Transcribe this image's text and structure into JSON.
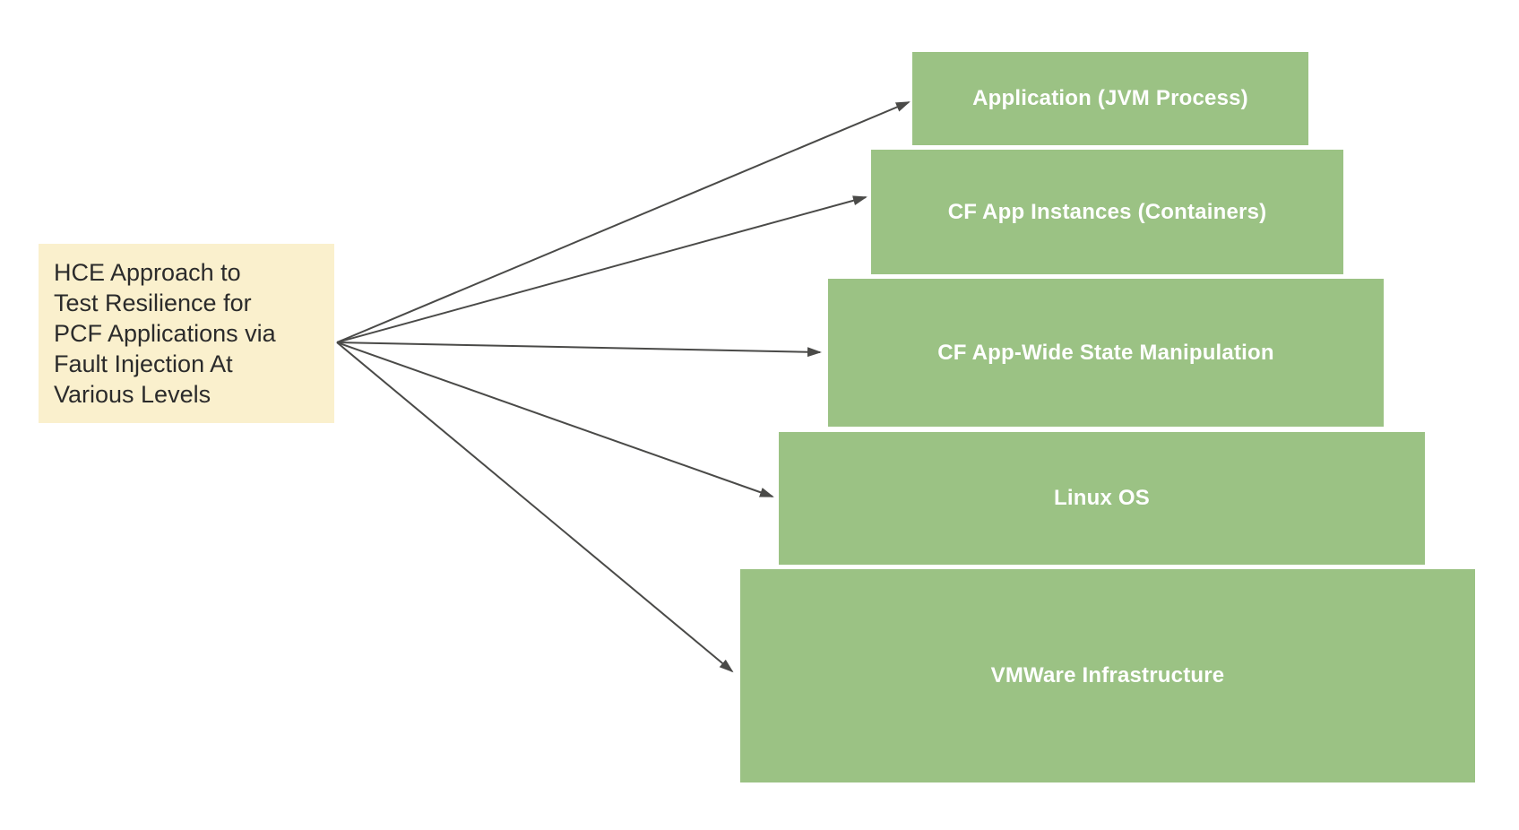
{
  "source_box": {
    "text": "HCE Approach to Test Resilience for PCF Applications via Fault Injection At Various Levels",
    "lines": [
      "HCE Approach to",
      "Test Resilience for",
      "PCF Applications via",
      "Fault Injection At",
      "Various Levels"
    ]
  },
  "levels": [
    {
      "label": "Application (JVM Process)"
    },
    {
      "label": "CF App Instances (Containers)"
    },
    {
      "label": "CF App-Wide State Manipulation"
    },
    {
      "label": "Linux OS"
    },
    {
      "label": "VMWare Infrastructure"
    }
  ],
  "colors": {
    "background": "#FFFFFF",
    "source_fill": "#FAF0CD",
    "source_text": "#2B2B2B",
    "level_fill": "#9BC284",
    "level_text": "#FFFFFF",
    "arrow": "#4A4A48"
  }
}
